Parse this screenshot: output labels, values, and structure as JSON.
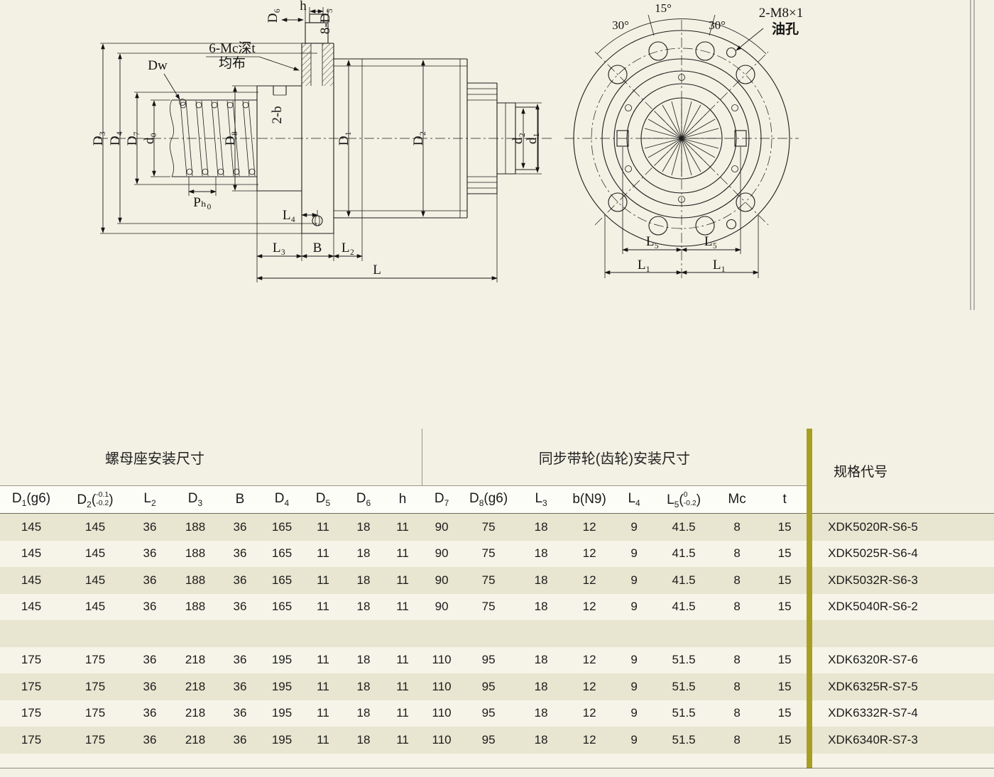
{
  "colors": {
    "page_bg": "#f3f1e3",
    "row_dark": "#e8e5d0",
    "row_light": "#f6f4e8",
    "header_bg": "#fdfdf8",
    "divider_bar": "#a79f23",
    "line": "#1c1c1c"
  },
  "drawing": {
    "left_view": {
      "labels": {
        "D6": "D₆",
        "h": "h",
        "D5_count": "8-D₅",
        "Mc_note_line1": "6-Mc深t",
        "Mc_note_line2": "均布",
        "two_b": "2-b",
        "Dw": "Dw",
        "D3": "D₃",
        "D4": "D₄",
        "D7": "D₇",
        "d0": "d₀",
        "D8": "D₈",
        "D1": "D₁",
        "D2": "D₂",
        "d2": "d₂",
        "d1": "d₁",
        "Ph0": "Pₕ₀",
        "L4": "L₄",
        "L3": "L₃",
        "B": "B",
        "L2": "L₂",
        "L": "L"
      }
    },
    "right_view": {
      "labels": {
        "angle_top": "15°",
        "angle_left": "30°",
        "angle_right": "30°",
        "oil_line1": "2-M8×1",
        "oil_line2": "油孔",
        "L5_left": "L₅",
        "L5_right": "L₅",
        "L1_left": "L₁",
        "L1_right": "L₁"
      }
    }
  },
  "table": {
    "group_headers": {
      "nut_mount": "螺母座安装尺寸",
      "pulley_mount": "同步带轮(齿轮)安装尺寸",
      "spec": "规格代号"
    },
    "columns": [
      {
        "html": "D<sub>1</sub>(g6)"
      },
      {
        "html": "D<sub>2</sub>(<span class='tol'><span>-0.1</span><span>-0.2</span></span>)"
      },
      {
        "html": "L<sub>2</sub>"
      },
      {
        "html": "D<sub>3</sub>"
      },
      {
        "html": "B"
      },
      {
        "html": "D<sub>4</sub>"
      },
      {
        "html": "D<sub>5</sub>"
      },
      {
        "html": "D<sub>6</sub>"
      },
      {
        "html": "h"
      },
      {
        "html": "D<sub>7</sub>"
      },
      {
        "html": "D<sub>8</sub>(g6)"
      },
      {
        "html": "L<sub>3</sub>"
      },
      {
        "html": "b(N9)"
      },
      {
        "html": "L<sub>4</sub>"
      },
      {
        "html": "L<sub>5</sub>(<span class='tol'><span>0</span><span>-0.2</span></span>)"
      },
      {
        "html": "Mc"
      },
      {
        "html": "t"
      }
    ],
    "rows": [
      {
        "values": [
          "145",
          "145",
          "36",
          "188",
          "36",
          "165",
          "11",
          "18",
          "11",
          "90",
          "75",
          "18",
          "12",
          "9",
          "41.5",
          "8",
          "15"
        ],
        "code": "XDK5020R-S6-5"
      },
      {
        "values": [
          "145",
          "145",
          "36",
          "188",
          "36",
          "165",
          "11",
          "18",
          "11",
          "90",
          "75",
          "18",
          "12",
          "9",
          "41.5",
          "8",
          "15"
        ],
        "code": "XDK5025R-S6-4"
      },
      {
        "values": [
          "145",
          "145",
          "36",
          "188",
          "36",
          "165",
          "11",
          "18",
          "11",
          "90",
          "75",
          "18",
          "12",
          "9",
          "41.5",
          "8",
          "15"
        ],
        "code": "XDK5032R-S6-3"
      },
      {
        "values": [
          "145",
          "145",
          "36",
          "188",
          "36",
          "165",
          "11",
          "18",
          "11",
          "90",
          "75",
          "18",
          "12",
          "9",
          "41.5",
          "8",
          "15"
        ],
        "code": "XDK5040R-S6-2"
      },
      {
        "values": [
          "",
          "",
          "",
          "",
          "",
          "",
          "",
          "",
          "",
          "",
          "",
          "",
          "",
          "",
          "",
          "",
          ""
        ],
        "code": ""
      },
      {
        "values": [
          "175",
          "175",
          "36",
          "218",
          "36",
          "195",
          "11",
          "18",
          "11",
          "110",
          "95",
          "18",
          "12",
          "9",
          "51.5",
          "8",
          "15"
        ],
        "code": "XDK6320R-S7-6"
      },
      {
        "values": [
          "175",
          "175",
          "36",
          "218",
          "36",
          "195",
          "11",
          "18",
          "11",
          "110",
          "95",
          "18",
          "12",
          "9",
          "51.5",
          "8",
          "15"
        ],
        "code": "XDK6325R-S7-5"
      },
      {
        "values": [
          "175",
          "175",
          "36",
          "218",
          "36",
          "195",
          "11",
          "18",
          "11",
          "110",
          "95",
          "18",
          "12",
          "9",
          "51.5",
          "8",
          "15"
        ],
        "code": "XDK6332R-S7-4"
      },
      {
        "values": [
          "175",
          "175",
          "36",
          "218",
          "36",
          "195",
          "11",
          "18",
          "11",
          "110",
          "95",
          "18",
          "12",
          "9",
          "51.5",
          "8",
          "15"
        ],
        "code": "XDK6340R-S7-3"
      }
    ]
  }
}
